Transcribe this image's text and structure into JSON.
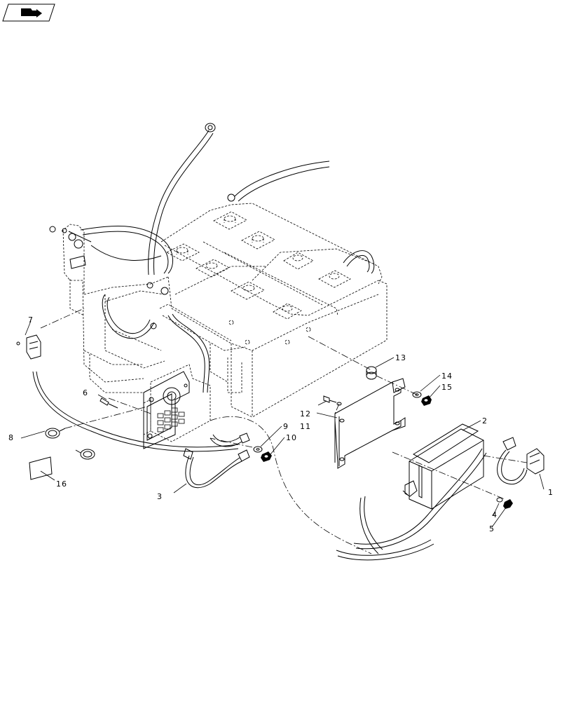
{
  "nav_icon": {
    "icon": "arrow-folder-icon"
  },
  "callouts": [
    {
      "id": "1",
      "label": "1"
    },
    {
      "id": "2",
      "label": "2"
    },
    {
      "id": "3",
      "label": "3"
    },
    {
      "id": "4",
      "label": "4"
    },
    {
      "id": "5",
      "label": "5"
    },
    {
      "id": "6",
      "label": "6"
    },
    {
      "id": "7",
      "label": "7"
    },
    {
      "id": "8",
      "label": "8"
    },
    {
      "id": "9",
      "label": "9"
    },
    {
      "id": "10",
      "label": "10"
    },
    {
      "id": "11",
      "label": "11"
    },
    {
      "id": "12",
      "label": "12"
    },
    {
      "id": "13",
      "label": "13"
    },
    {
      "id": "14",
      "label": "14"
    },
    {
      "id": "15",
      "label": "15"
    },
    {
      "id": "16",
      "label": "16"
    }
  ]
}
